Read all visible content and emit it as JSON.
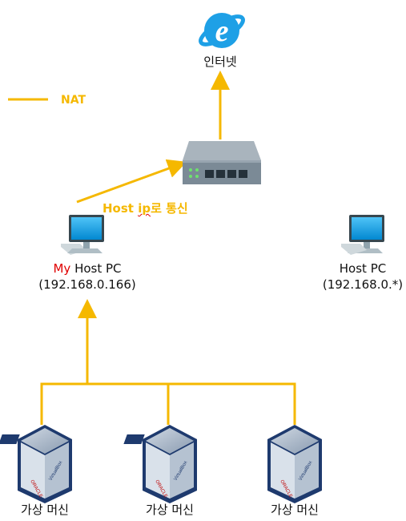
{
  "internet": {
    "icon": "internet-explorer-icon",
    "label": "인터넷"
  },
  "legend": {
    "label": "NAT",
    "color": "#f5b800"
  },
  "router": {
    "icon": "router-switch-icon"
  },
  "link_label": {
    "part1": "Host ",
    "part2": "ip",
    "part3": "로 통신"
  },
  "my_host": {
    "icon": "desktop-pc-icon",
    "name_prefix": "My",
    "name_rest": " Host PC",
    "ip": "(192.168.0.166)"
  },
  "other_host": {
    "icon": "desktop-pc-icon",
    "name": "Host PC",
    "ip": "(192.168.0.*)"
  },
  "vms": [
    {
      "icon": "virtualbox-icon",
      "label": "가상 머신"
    },
    {
      "icon": "virtualbox-icon",
      "label": "가상 머신"
    },
    {
      "icon": "virtualbox-icon",
      "label": "가상 머신"
    }
  ],
  "colors": {
    "link": "#f5b800",
    "highlight": "#e00000",
    "router_body": "#7b8a96"
  }
}
